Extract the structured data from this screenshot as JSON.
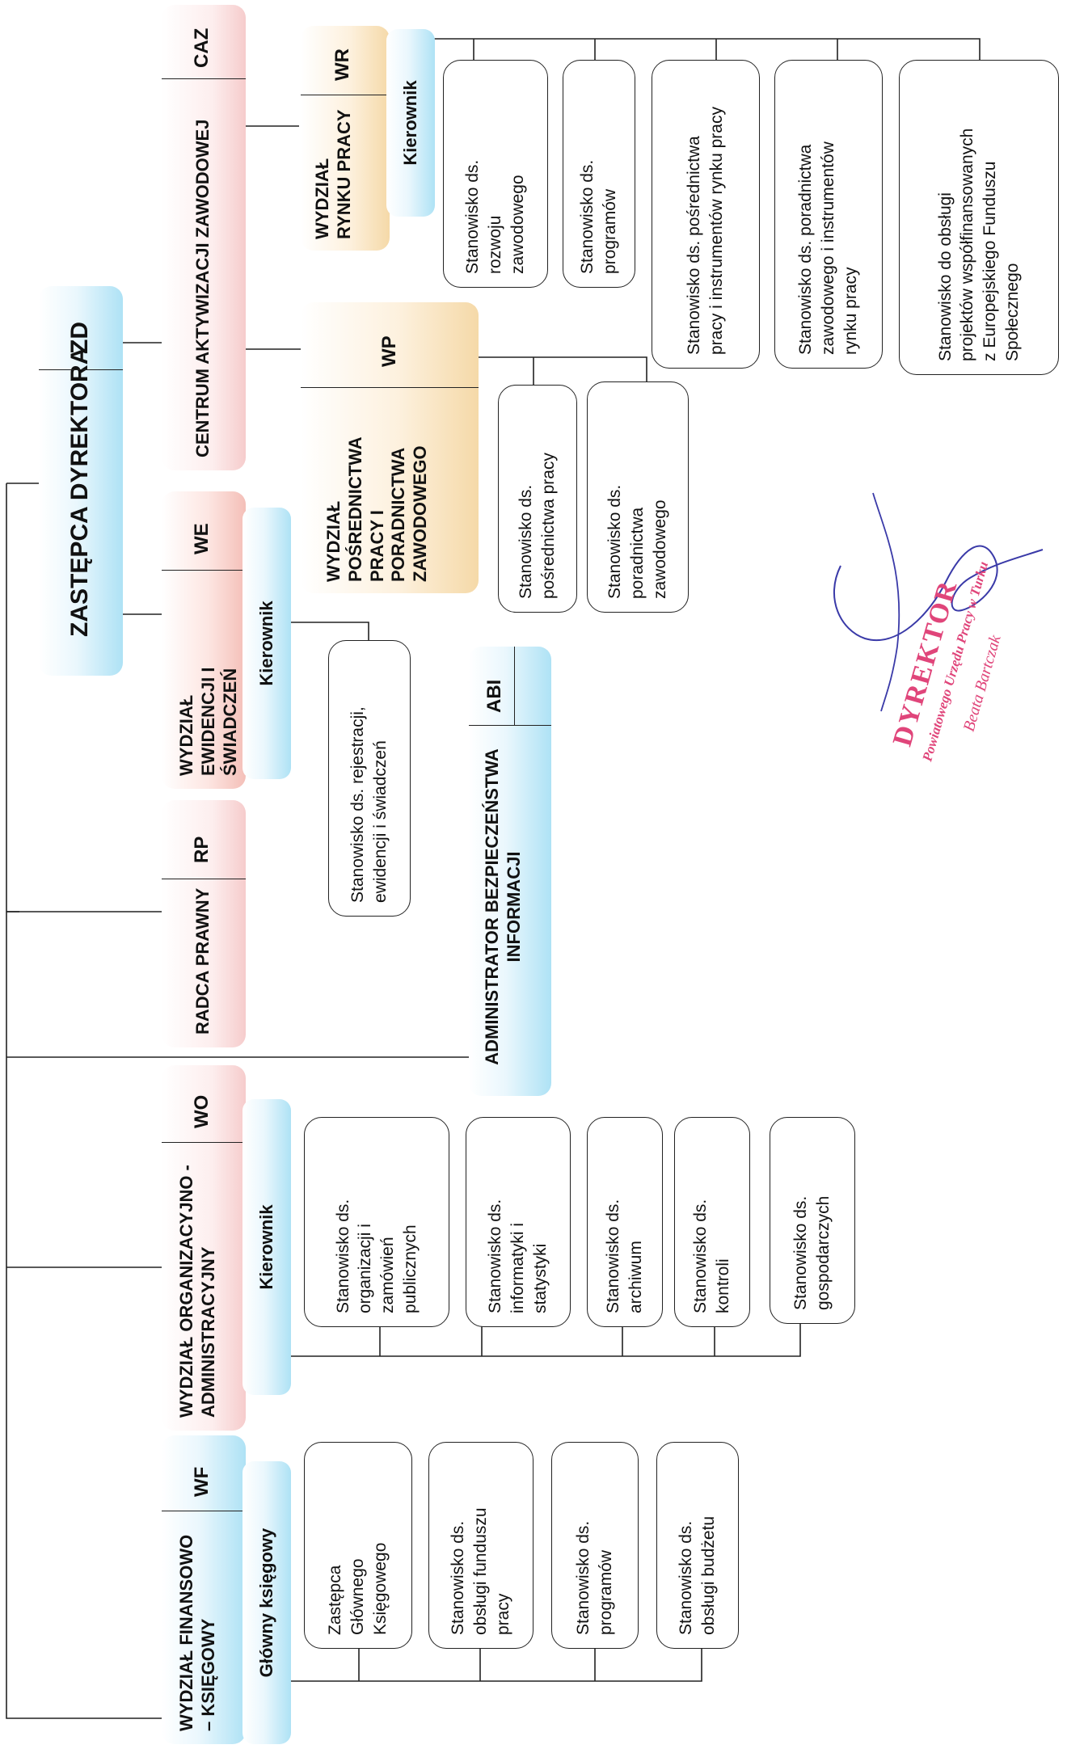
{
  "deputy": {
    "title": "ZASTĘPCA DYREKTORA",
    "code": "ZD"
  },
  "centrum": {
    "title": "CENTRUM AKTYWIZACJI ZAWODOWEJ",
    "code": "CAZ"
  },
  "wr": {
    "title": "WYDZIAŁ RYNKU PRACY",
    "code": "WR",
    "head": "Kierownik",
    "positions": [
      "Stanowisko ds. rozwoju zawodowego",
      "Stanowisko ds. programów",
      "Stanowisko ds. pośrednictwa pracy i instrumentów rynku pracy",
      "Stanowisko ds. poradnictwa zawodowego i instrumentów rynku pracy",
      "Stanowisko do obsługi projektów współfinansowanych z Europejskiego Funduszu Społecznego"
    ]
  },
  "wp": {
    "title": "WYDZIAŁ POŚREDNICTWA PRACY I PORADNICTWA ZAWODOWEGO",
    "code": "WP",
    "positions": [
      "Stanowisko ds. pośrednictwa pracy",
      "Stanowisko ds. poradnictwa zawodowego"
    ]
  },
  "we": {
    "title": "WYDZIAŁ EWIDENCJI I ŚWIADCZEŃ",
    "code": "WE",
    "head": "Kierownik",
    "positions": [
      "Stanowisko ds. rejestracji, ewidencji i świadczeń"
    ]
  },
  "rp": {
    "title": "RADCA PRAWNY",
    "code": "RP"
  },
  "abi": {
    "title": "ADMINISTRATOR BEZPIECZEŃSTWA INFORMACJI",
    "code": "ABI"
  },
  "wo": {
    "title": "WYDZIAŁ ORGANIZACYJNO - ADMINISTRACYJNY",
    "code": "WO",
    "head": "Kierownik",
    "positions": [
      "Stanowisko ds. organizacji i zamówień publicznych",
      "Stanowisko ds. informatyki i statystyki",
      "Stanowisko ds. archiwum",
      "Stanowisko ds. kontroli",
      "Stanowisko ds. gospodarczych"
    ]
  },
  "wf": {
    "title": "WYDZIAŁ FINANSOWO – KSIĘGOWY",
    "code": "WF",
    "head": "Główny księgowy",
    "positions": [
      "Zastępca Głównego Księgowego",
      "Stanowisko ds. obsługi funduszu pracy",
      "Stanowisko ds. programów",
      "Stanowisko ds. obsługi budżetu"
    ]
  },
  "stamp": {
    "line1": "DYREKTOR",
    "line2": "Powiatowego Urzędu Pracy w Turku",
    "line3": "Beata Bartczak"
  },
  "colors": {
    "cyan": "#aee2f5",
    "pink": "#f6cccc",
    "peach": "#f5d9a8",
    "rose": "#f4bfb8",
    "stamp": "#e0457a",
    "ink": "#3a3aa8"
  }
}
